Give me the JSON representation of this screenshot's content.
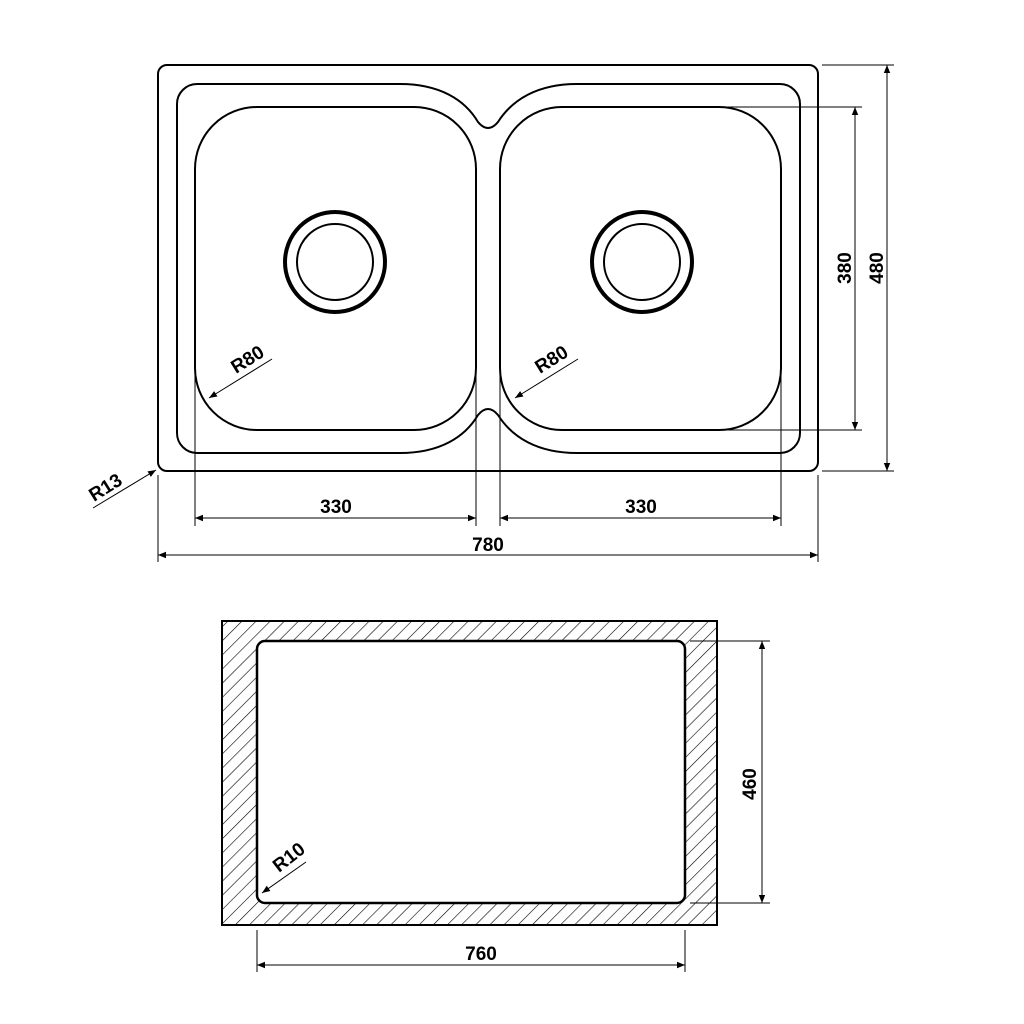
{
  "top_view": {
    "overall_width": "780",
    "overall_depth": "480",
    "bowl_depth": "380",
    "left_bowl_width": "330",
    "right_bowl_width": "330",
    "left_bowl_radius": "R80",
    "right_bowl_radius": "R80",
    "corner_radius": "R13"
  },
  "cutout_view": {
    "width": "760",
    "depth": "460",
    "corner_radius": "R10"
  },
  "colors": {
    "line": "#000000",
    "background": "#ffffff"
  }
}
